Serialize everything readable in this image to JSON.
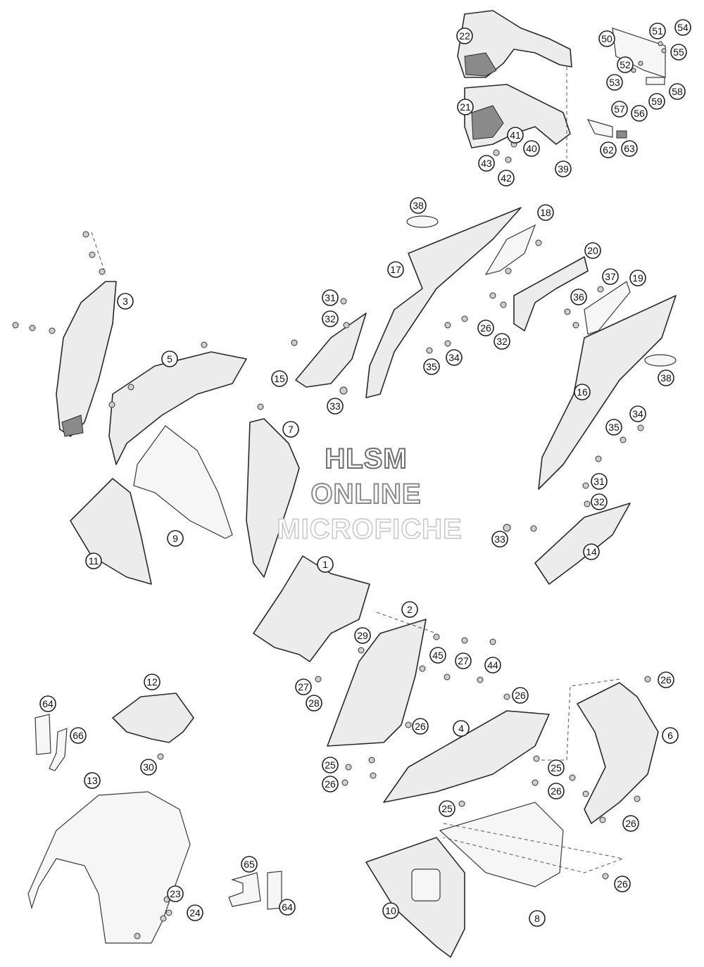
{
  "watermark": {
    "line1": "HLSM",
    "line2": "ONLINE",
    "line3": "MICROFICHE"
  },
  "colors": {
    "line": "#2a2a2a",
    "part_fill": "#ececec",
    "watermark_stroke": "#8a8a8a"
  },
  "callouts": [
    "1",
    "2",
    "3",
    "4",
    "5",
    "6",
    "7",
    "8",
    "9",
    "10",
    "11",
    "12",
    "13",
    "14",
    "15",
    "16",
    "17",
    "18",
    "19",
    "20",
    "21",
    "22",
    "23",
    "24",
    "25",
    "26",
    "27",
    "28",
    "29",
    "30",
    "31",
    "32",
    "33",
    "34",
    "35",
    "36",
    "37",
    "38",
    "39",
    "40",
    "41",
    "42",
    "43",
    "44",
    "45",
    "50",
    "51",
    "52",
    "53",
    "54",
    "55",
    "56",
    "57",
    "58",
    "59",
    "62",
    "63",
    "64",
    "65",
    "66"
  ]
}
